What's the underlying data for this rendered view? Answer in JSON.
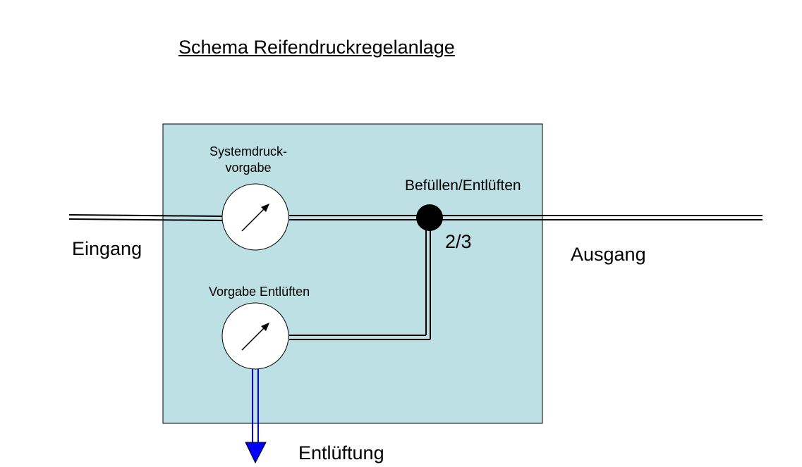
{
  "title": "Schema Reifendruckregelanlage",
  "labels": {
    "inlet": "Eingang",
    "outlet": "Ausgang",
    "vent": "Entlüftung",
    "system_pressure": "Systemdruck-\nvorgabe",
    "fill_vent": "Befüllen/Entlüften",
    "vent_setpoint": "Vorgabe Entlüften",
    "valve_ratio": "2/3"
  },
  "colors": {
    "box_fill": "#bde0e4",
    "line": "#000000",
    "vent_line": "#0000ff",
    "gauge_fill": "#ffffff"
  },
  "icons": {
    "gauge": "pressure-gauge-icon",
    "valve": "valve-junction-icon",
    "arrow": "vent-arrow-icon"
  }
}
